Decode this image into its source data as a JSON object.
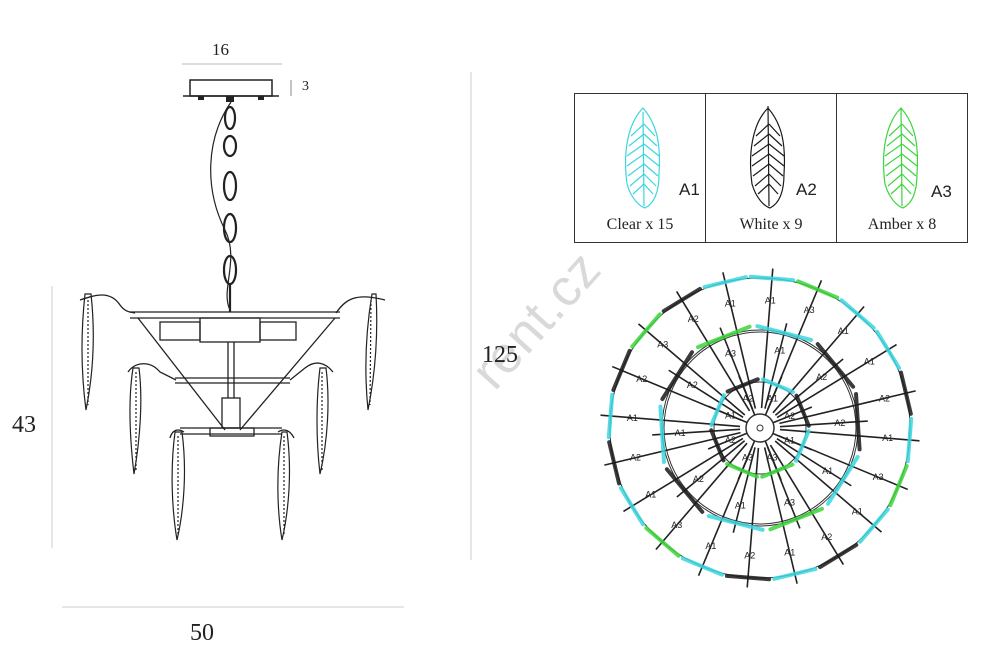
{
  "dimensions": {
    "canopy_width": "16",
    "canopy_height": "3",
    "body_height": "43",
    "total_height": "125",
    "diameter": "50"
  },
  "legend": [
    {
      "code": "A1",
      "label": "Clear  x 15",
      "color": "#3ad6e0"
    },
    {
      "code": "A2",
      "label": "White x 9",
      "color": "#1a1a1a"
    },
    {
      "code": "A3",
      "label": "Amber x 8",
      "color": "#3dd43d"
    }
  ],
  "watermark": "rent.cz",
  "plan_tags": {
    "outer": [
      "A1",
      "A3",
      "A1",
      "A1",
      "A2",
      "A1",
      "A3",
      "A1",
      "A2",
      "A1",
      "A2",
      "A1",
      "A3",
      "A1",
      "A2",
      "A1",
      "A2",
      "A3",
      "A2",
      "A1"
    ],
    "middle": [
      "A1",
      "A2",
      "A2",
      "A1",
      "A3",
      "A1",
      "A2",
      "A1",
      "A2",
      "A3"
    ],
    "inner": [
      "A1",
      "A2",
      "A1",
      "A3",
      "A3",
      "A2",
      "A1",
      "A2"
    ]
  }
}
